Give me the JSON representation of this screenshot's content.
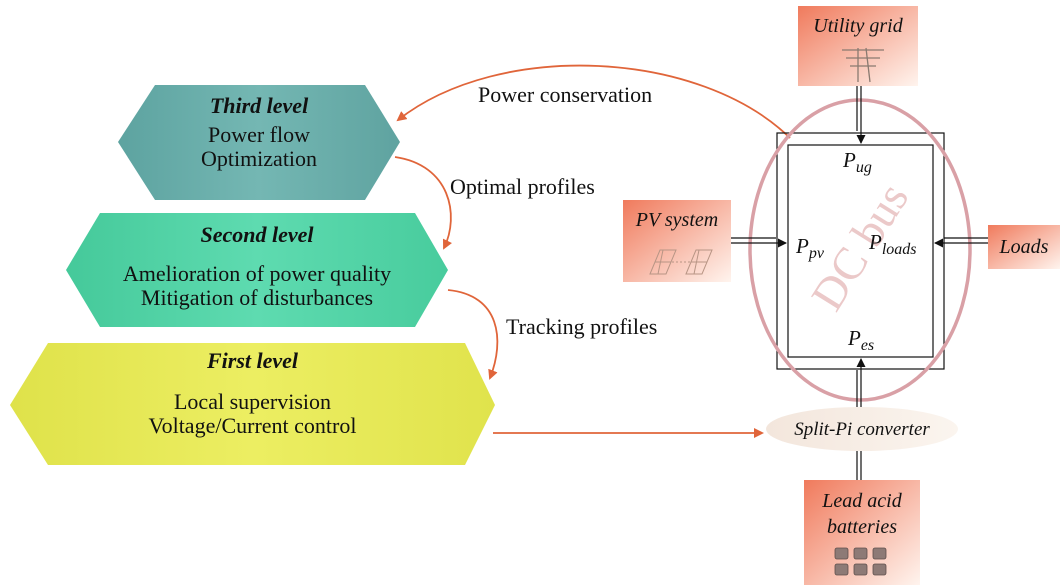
{
  "levels": {
    "third": {
      "title": "Third level",
      "lines": [
        "Power flow",
        "Optimization"
      ]
    },
    "second": {
      "title": "Second level",
      "lines": [
        "Amelioration of power quality",
        "Mitigation of disturbances"
      ]
    },
    "first": {
      "title": "First level",
      "lines": [
        "Local supervision",
        "Voltage/Current control"
      ]
    }
  },
  "edges": {
    "power_conservation": "Power conservation",
    "optimal_profiles": "Optimal profiles",
    "tracking_profiles": "Tracking profiles"
  },
  "components": {
    "utility_grid": "Utility grid",
    "pv_system": "PV system",
    "loads": "Loads",
    "converter": "Split-Pi converter",
    "batteries": [
      "Lead acid",
      "batteries"
    ]
  },
  "bus": {
    "watermark": "DC bus",
    "p_ug": {
      "base": "P",
      "sub": "ug"
    },
    "p_pv": {
      "base": "P",
      "sub": "pv"
    },
    "p_loads": {
      "base": "P",
      "sub": "loads"
    },
    "p_es": {
      "base": "P",
      "sub": "es"
    }
  },
  "colors": {
    "third_level": "#6fb1ad",
    "second_level": "#55d4a8",
    "first_level": "#e8ea5a",
    "arrow_orange": "#e0653a",
    "component_fill": "#f08868",
    "bus_ellipse": "#d9a0a6"
  }
}
